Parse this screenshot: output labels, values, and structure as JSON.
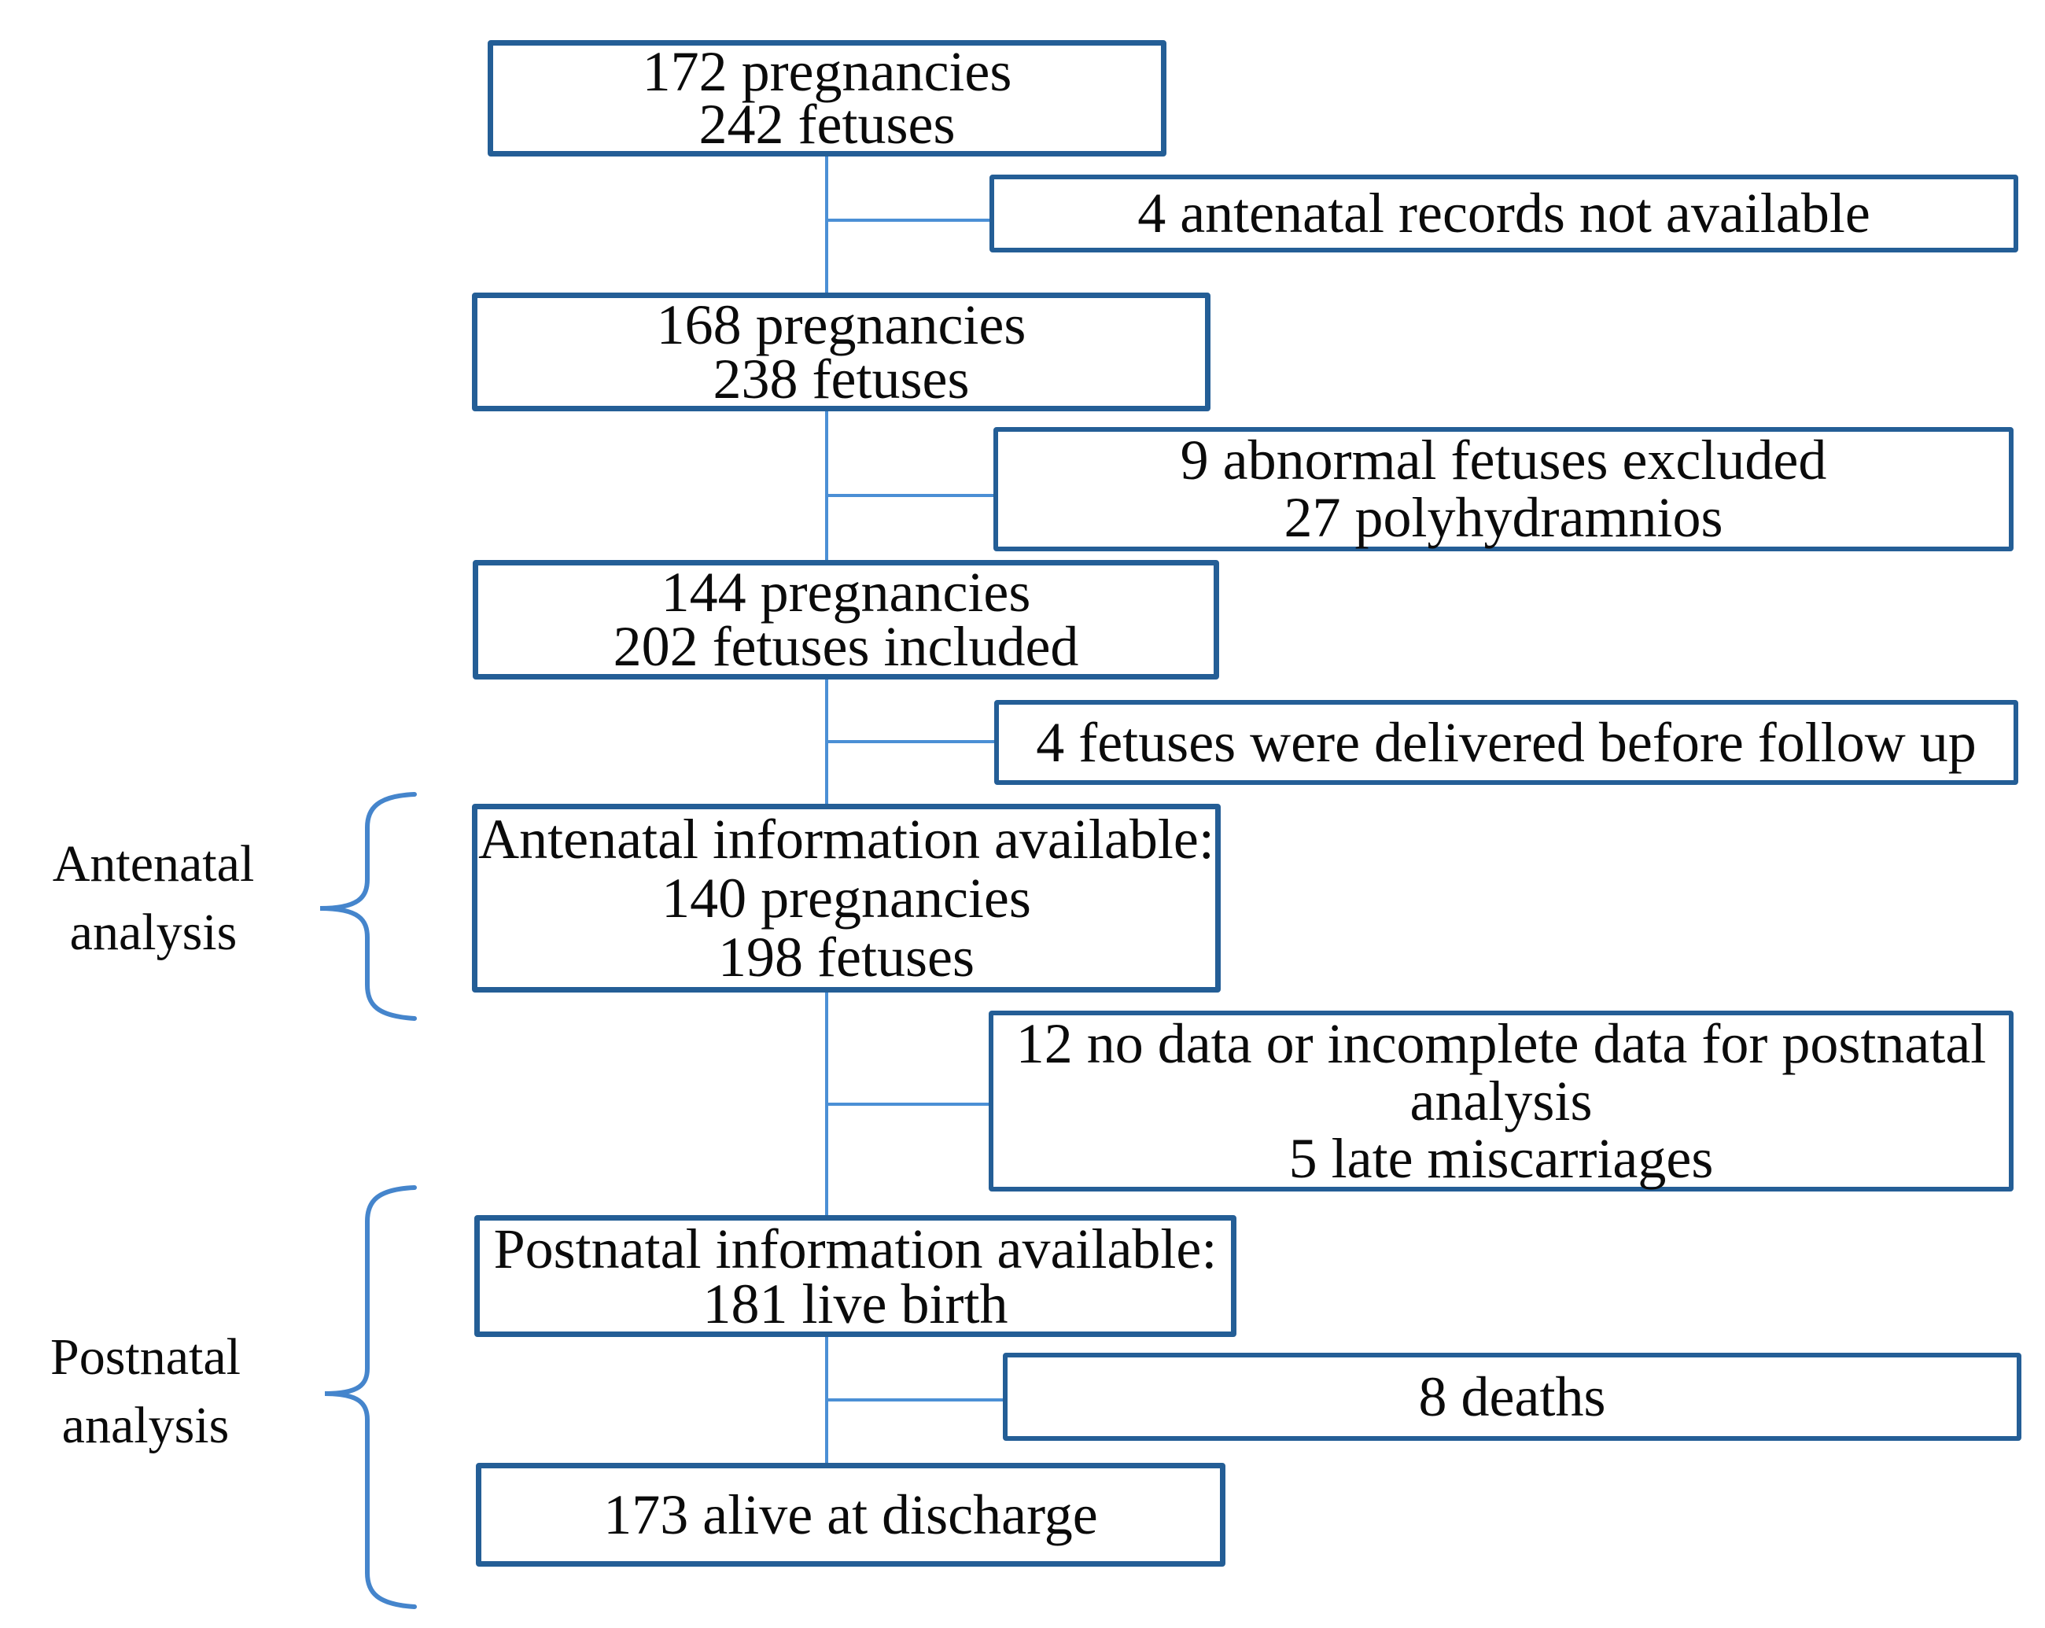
{
  "colors": {
    "box_border": "#245e96",
    "connector_line": "#4b8fd5",
    "brace": "#4585cc",
    "text": "#0b0b0b",
    "background": "#ffffff"
  },
  "flow": {
    "main_boxes": [
      {
        "lines": [
          "172 pregnancies",
          "242 fetuses"
        ]
      },
      {
        "lines": [
          "168 pregnancies",
          "238 fetuses"
        ]
      },
      {
        "lines": [
          "144 pregnancies",
          "202 fetuses included"
        ]
      },
      {
        "lines": [
          "Antenatal information available:",
          "140 pregnancies",
          "198 fetuses"
        ]
      },
      {
        "lines": [
          "Postnatal information available:",
          "181 live birth"
        ]
      },
      {
        "lines": [
          "173 alive at discharge"
        ]
      }
    ],
    "exclusion_boxes": [
      {
        "lines": [
          "4 antenatal records not available"
        ]
      },
      {
        "lines": [
          "9 abnormal fetuses excluded",
          "27 polyhydramnios"
        ]
      },
      {
        "lines": [
          "4 fetuses were delivered before follow up"
        ]
      },
      {
        "lines": [
          "12 no data or incomplete data for postnatal",
          "analysis",
          "5 late miscarriages"
        ]
      },
      {
        "lines": [
          "8 deaths"
        ]
      }
    ],
    "group_labels": [
      {
        "lines": [
          "Antenatal",
          "analysis"
        ]
      },
      {
        "lines": [
          "Postnatal",
          "analysis"
        ]
      }
    ]
  }
}
